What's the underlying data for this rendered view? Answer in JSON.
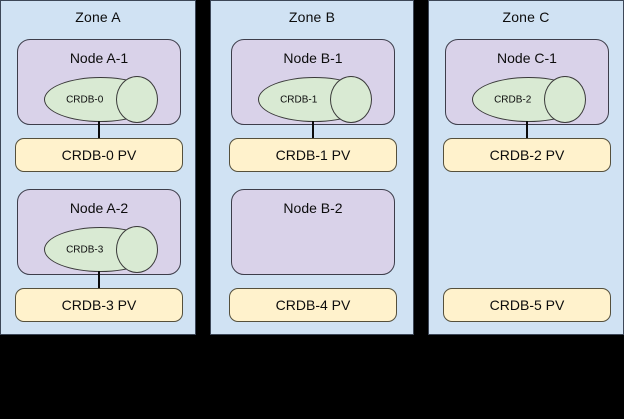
{
  "diagram": {
    "type": "architecture-diagram",
    "background_color": "#000000",
    "colors": {
      "zone_fill": "#d0e2f3",
      "zone_stroke": "#3d4757",
      "node_fill": "#d9d2e9",
      "node_stroke": "#3d3d4a",
      "database_fill": "#d9ead3",
      "database_stroke": "#3a3a3a",
      "pv_fill": "#fff2cc",
      "pv_stroke": "#55503c",
      "text_color": "#0c0c0c"
    }
  },
  "zones": [
    {
      "id": "zone-a",
      "title": "Zone A",
      "nodes": [
        {
          "id": "node-a-1",
          "title": "Node A-1",
          "database": {
            "label": "CRDB-0"
          }
        },
        {
          "id": "node-a-2",
          "title": "Node A-2",
          "database": {
            "label": "CRDB-3"
          }
        }
      ],
      "volumes": [
        {
          "id": "pv-crdb-0",
          "label": "CRDB-0 PV",
          "attached": true
        },
        {
          "id": "pv-crdb-3",
          "label": "CRDB-3 PV",
          "attached": true
        }
      ]
    },
    {
      "id": "zone-b",
      "title": "Zone B",
      "nodes": [
        {
          "id": "node-b-1",
          "title": "Node B-1",
          "database": {
            "label": "CRDB-1"
          }
        },
        {
          "id": "node-b-2",
          "title": "Node B-2",
          "database": null
        }
      ],
      "volumes": [
        {
          "id": "pv-crdb-1",
          "label": "CRDB-1 PV",
          "attached": true
        },
        {
          "id": "pv-crdb-4",
          "label": "CRDB-4 PV",
          "attached": false
        }
      ]
    },
    {
      "id": "zone-c",
      "title": "Zone C",
      "nodes": [
        {
          "id": "node-c-1",
          "title": "Node C-1",
          "database": {
            "label": "CRDB-2"
          }
        }
      ],
      "volumes": [
        {
          "id": "pv-crdb-2",
          "label": "CRDB-2 PV",
          "attached": true
        },
        {
          "id": "pv-crdb-5",
          "label": "CRDB-5 PV",
          "attached": false
        }
      ]
    }
  ]
}
